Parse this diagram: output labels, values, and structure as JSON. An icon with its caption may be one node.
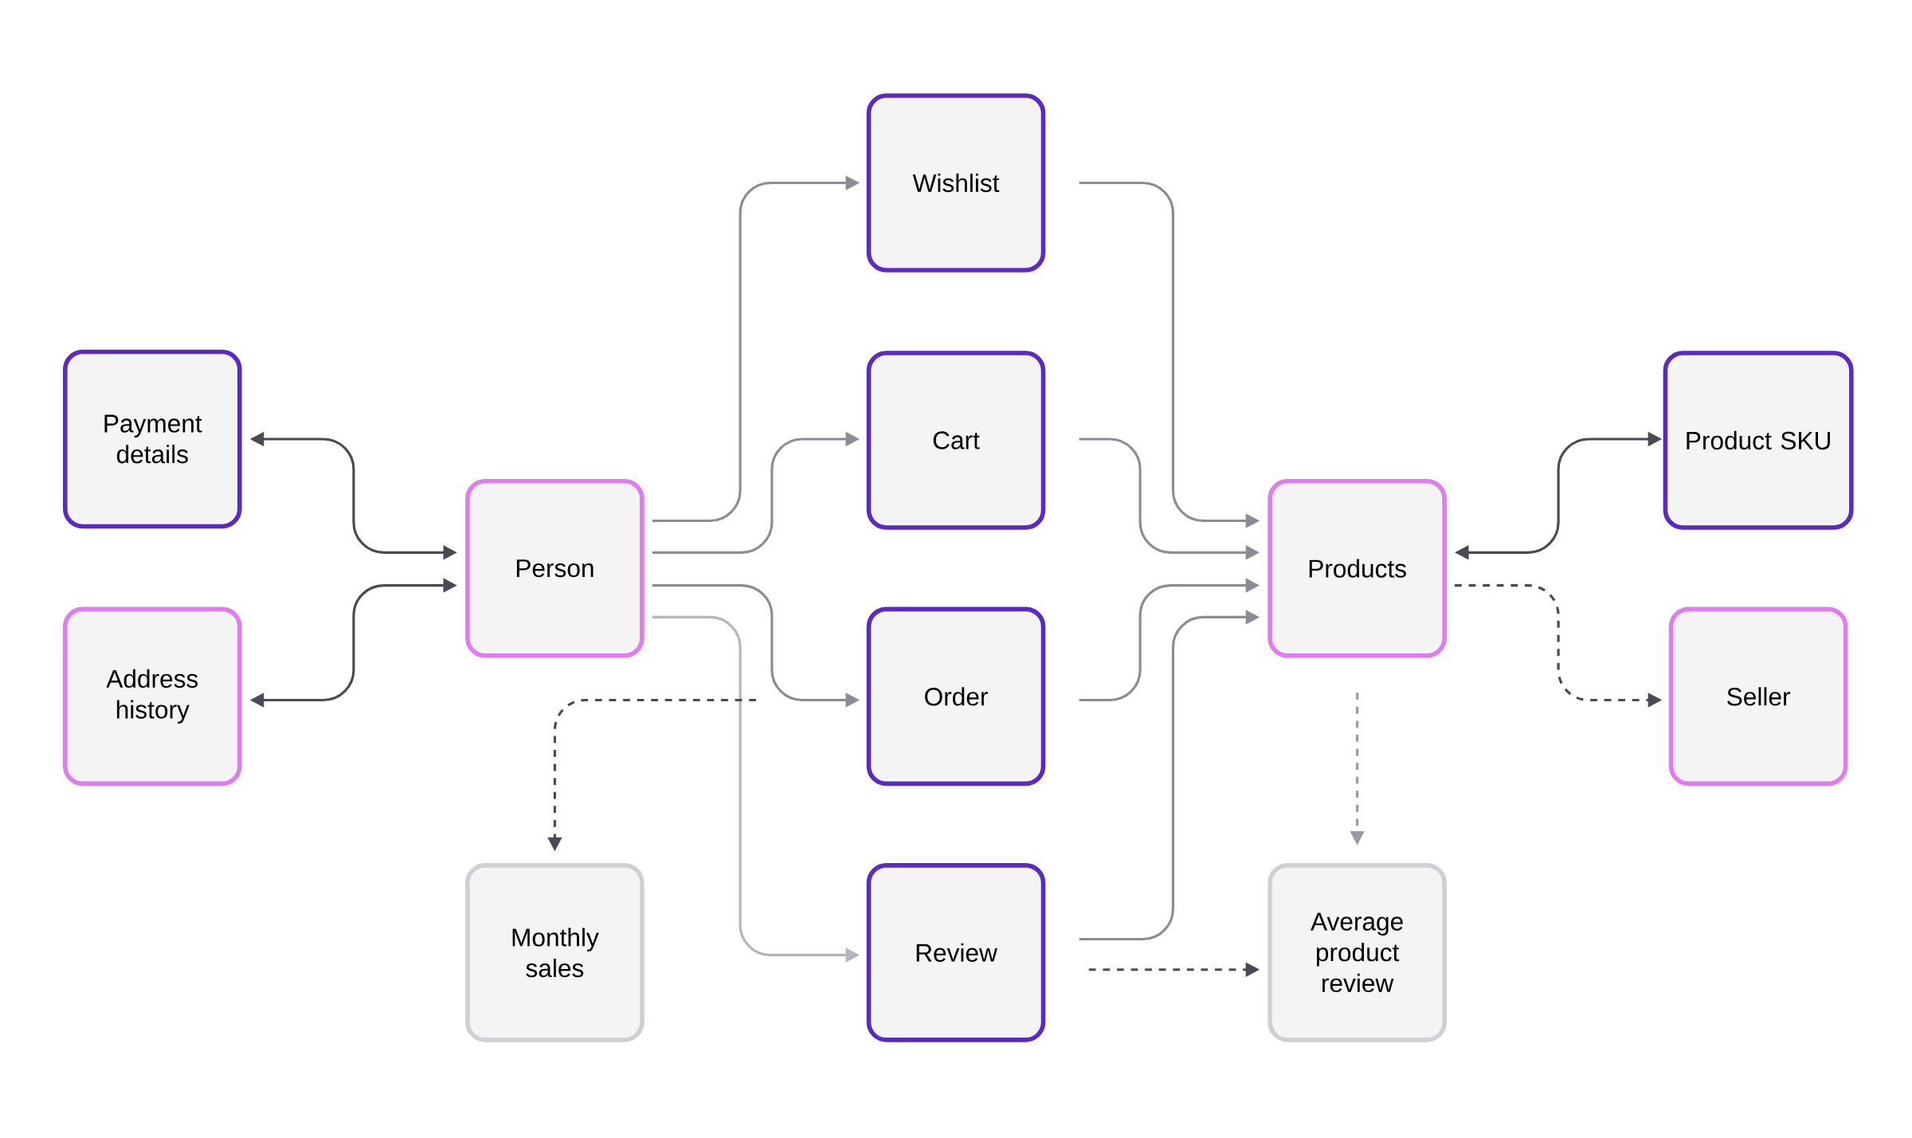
{
  "diagram": {
    "nodes": [
      {
        "text": [
          "Payment details"
        ]
      },
      {
        "text": [
          "Address history"
        ]
      },
      {
        "text": [
          "Person"
        ]
      },
      {
        "text": [
          "Wishlist"
        ]
      },
      {
        "text": [
          "Cart"
        ]
      },
      {
        "text": [
          "Order"
        ]
      },
      {
        "text": [
          "Review"
        ]
      },
      {
        "text": [
          "Monthly sales"
        ]
      },
      {
        "text": [
          "Products"
        ]
      },
      {
        "text": [
          "Average product review"
        ]
      },
      {
        "text": [
          "Product SKU"
        ]
      },
      {
        "text": [
          "Seller"
        ]
      }
    ],
    "edges": [
      {
        "from": 0,
        "to": 2,
        "arrow": "both",
        "color": "#4a4a52"
      },
      {
        "from": 1,
        "to": 2,
        "arrow": "both",
        "color": "#4a4a52"
      },
      {
        "from": 2,
        "to": 3,
        "arrow": "to"
      },
      {
        "from": 2,
        "to": 4,
        "arrow": "to"
      },
      {
        "from": 2,
        "to": 5,
        "arrow": "to"
      },
      {
        "from": 2,
        "to": 6,
        "arrow": "to",
        "color": "#b4b4c0"
      },
      {
        "from": 5,
        "to": 7,
        "arrow": "to",
        "style": "dashed",
        "color": "#4a4a52"
      },
      {
        "from": 3,
        "to": 8,
        "arrow": "to"
      },
      {
        "from": 4,
        "to": 8,
        "arrow": "to"
      },
      {
        "from": 5,
        "to": 8,
        "arrow": "to"
      },
      {
        "from": 6,
        "to": 8,
        "arrow": "to"
      },
      {
        "from": 8,
        "to": 10,
        "arrow": "both",
        "color": "#4a4a52"
      },
      {
        "from": 8,
        "to": 11,
        "arrow": "to",
        "style": "dashed",
        "color": "#4a4a52"
      },
      {
        "from": 8,
        "to": 9,
        "arrow": "to",
        "style": "dashed",
        "color": "#9a9aa0"
      },
      {
        "from": 6,
        "to": 9,
        "arrow": "to",
        "style": "dashed",
        "color": "#4a4a52"
      }
    ]
  }
}
